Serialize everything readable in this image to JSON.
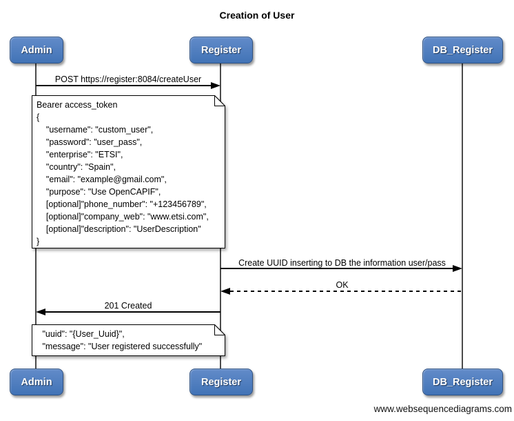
{
  "title": "Creation of User",
  "actors": [
    {
      "label": "Admin"
    },
    {
      "label": "Register"
    },
    {
      "label": "DB_Register"
    }
  ],
  "messages": [
    {
      "label": "POST https://register:8084/createUser",
      "from": "Admin",
      "to": "Register",
      "style": "solid"
    },
    {
      "label": "Create UUID inserting to DB the information user/pass",
      "from": "Register",
      "to": "DB_Register",
      "style": "solid"
    },
    {
      "label": "OK",
      "from": "DB_Register",
      "to": "Register",
      "style": "dashed"
    },
    {
      "label": "201 Created",
      "from": "Register",
      "to": "Admin",
      "style": "solid"
    }
  ],
  "notes": [
    {
      "over": "Admin,Register",
      "lines": [
        "Bearer access_token",
        "{",
        "    \"username\": \"custom_user\",",
        "    \"password\": \"user_pass\",",
        "    \"enterprise\": \"ETSI\",",
        "    \"country\": \"Spain\",",
        "    \"email\": \"example@gmail.com\",",
        "    \"purpose\": \"Use OpenCAPIF\",",
        "    [optional]\"phone_number\": \"+123456789\",",
        "    [optional]\"company_web\": \"www.etsi.com\",",
        "    [optional]\"description\": \"UserDescription\"",
        "}"
      ]
    },
    {
      "over": "Admin,Register",
      "lines": [
        " \"uuid\": \"{User_Uuid}\",",
        " \"message\": \"User registered successfully\""
      ]
    }
  ],
  "footer": "www.websequencediagrams.com",
  "colors": {
    "actor_fill_top": "#628bc9",
    "actor_fill_bottom": "#4173b6",
    "actor_border": "#2f5181",
    "actor_text": "#ffffff",
    "line": "#000000",
    "lifeline": "#4a4a4a",
    "note_fill": "#ffffff",
    "background": "#ffffff"
  }
}
